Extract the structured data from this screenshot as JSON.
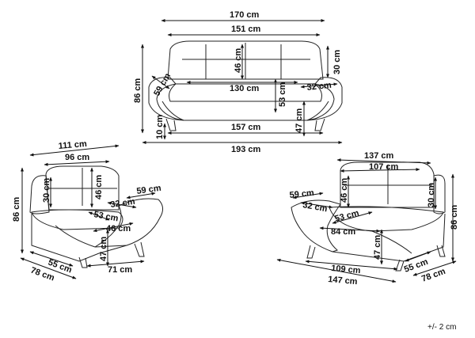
{
  "diagram": {
    "sofa": {
      "width_total": "170 cm",
      "width_inner": "151 cm",
      "back_height": "46 cm",
      "arm_height": "30 cm",
      "height_total": "86 cm",
      "arm_depth": "59 cm",
      "seat_width": "130 cm",
      "arm_width": "32 cm",
      "seat_height": "53 cm",
      "leg_height": "10 cm",
      "seat_floor": "47 cm",
      "base_width": "157 cm",
      "overall_width": "193 cm"
    },
    "armchair": {
      "width_total": "111 cm",
      "width_inner": "96 cm",
      "arm_height": "30 cm",
      "back_height": "46 cm",
      "height_total": "86 cm",
      "arm_depth": "59 cm",
      "arm_width": "32 cm",
      "seat_height": "53 cm",
      "seat_width": "46 cm",
      "seat_floor": "47 cm",
      "depth_inner": "55 cm",
      "depth_total": "78 cm",
      "base_width": "71 cm"
    },
    "loveseat": {
      "width_total": "137 cm",
      "width_inner": "107 cm",
      "arm_depth": "59 cm",
      "back_height": "46 cm",
      "arm_width": "32 cm",
      "arm_height": "30 cm",
      "seat_height": "53 cm",
      "height_total": "86 cm",
      "seat_width": "84 cm",
      "seat_floor": "47 cm",
      "base_width": "109 cm",
      "overall_width": "147 cm",
      "depth_inner": "55 cm",
      "depth_total": "78 cm"
    },
    "tolerance": "+/- 2 cm"
  }
}
